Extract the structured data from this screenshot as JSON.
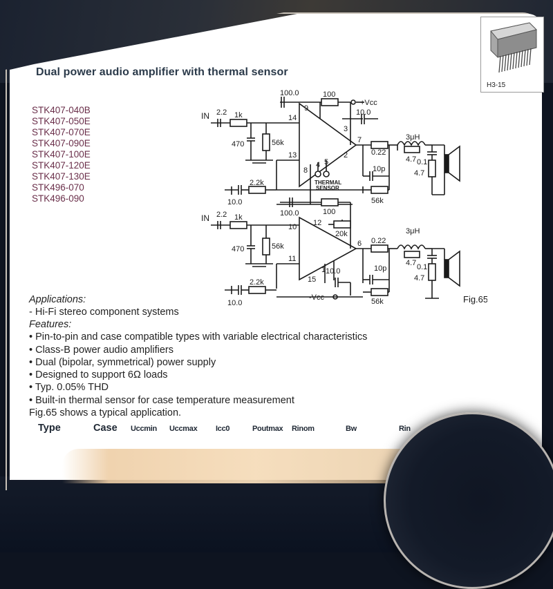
{
  "document": {
    "title": "Dual power audio amplifier  with thermal sensor",
    "types": [
      "STK407-040B",
      "STK407-050E",
      "STK407-070E",
      "STK407-090E",
      "STK407-100E",
      "STK407-120E",
      "STK407-130E",
      "STK496-070",
      "STK496-090"
    ],
    "package_label": "H3-15",
    "applications_header": "Applications:",
    "applications": [
      "- Hi-Fi stereo component systems"
    ],
    "features_header": "Features:",
    "features": [
      "• Pin-to-pin and case compatible types with variable electrical characteristics",
      "• Class-B power audio amplifiers",
      "• Dual (bipolar, symmetrical) power supply",
      "• Designed to support 6Ω loads",
      "• Typ. 0.05% THD",
      "• Built-in thermal sensor for case temperature measurement"
    ],
    "fig_note": "Fig.65 shows a typical application.",
    "table_headers": [
      "Type",
      "Case",
      "Uccmin",
      "Uccmax",
      "Icc0",
      "Poutmax",
      "Rinom",
      "Bw",
      "Rin"
    ]
  },
  "schematic": {
    "fig_label": "Fig.65",
    "upper": {
      "in_label": "IN",
      "c_in": "2.2",
      "r_in": "1k",
      "c_470": "470",
      "r_56k": "56k",
      "c_top": "100.0",
      "r_top": "100",
      "vcc": "+Vcc",
      "c_vcc": "10.0",
      "ind": "3μH",
      "r_out": "0.22",
      "r_47a": "4.7",
      "c_01": "0.1",
      "r_47b": "4.7",
      "c_10p": "10p",
      "r_22k": "2.2k",
      "c_10": "10.0",
      "r_56k_fb": "56k",
      "thermal": "THERMAL",
      "sensor": "SENSOR",
      "pins": [
        "9",
        "14",
        "3",
        "7",
        "13",
        "2",
        "4",
        "5",
        "8"
      ]
    },
    "lower": {
      "in_label": "IN",
      "c_in": "2.2",
      "r_in": "1k",
      "c_470": "470",
      "r_56k": "56k",
      "c_top": "100.0",
      "r_top": "100",
      "r_20k": "20k",
      "ind": "3μH",
      "r_out": "0.22",
      "r_47a": "4.7",
      "c_01": "0.1",
      "r_47b": "4.7",
      "c_10p": "10p",
      "c_10b": "10.0",
      "r_22k": "2.2k",
      "c_10": "10.0",
      "r_56k_fb": "56k",
      "vcc": "-Vcc",
      "pins": [
        "10",
        "12",
        "6",
        "11",
        "1",
        "15"
      ]
    }
  }
}
